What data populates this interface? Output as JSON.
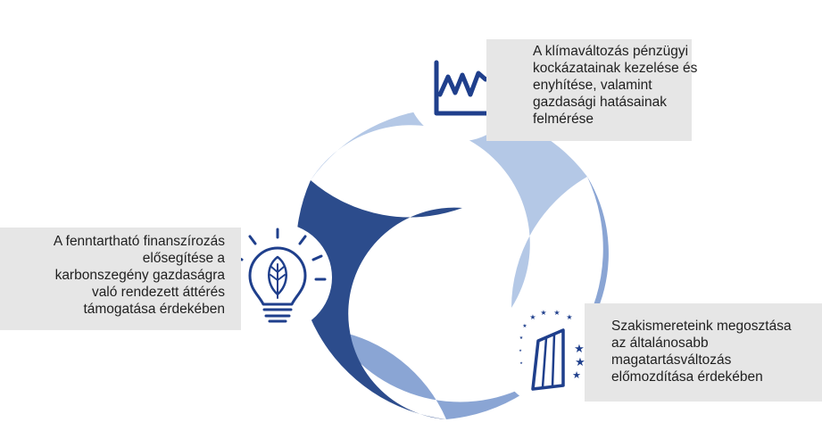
{
  "diagram": {
    "colors": {
      "light_segment": "#b4c8e6",
      "mid_segment": "#8aa5d4",
      "dark_segment": "#2c4c8c",
      "icon": "#1f3f8c",
      "label_bg": "#e6e6e6",
      "text": "#1f1f1f"
    },
    "items": [
      {
        "id": "top",
        "icon": "line-chart-icon",
        "lines": [
          "A klímaváltozás pénzügyi",
          "kockázatainak kezelése és",
          "enyhítése, valamint",
          "gazdasági hatásainak",
          "felmérése"
        ]
      },
      {
        "id": "left",
        "icon": "lightbulb-leaf-icon",
        "lines": [
          "A fenntartható finanszírozás",
          "elősegítése a",
          "karbonszegény gazdaságra",
          "való rendezett áttérés",
          "támogatása érdekében"
        ]
      },
      {
        "id": "right",
        "icon": "ecb-building-stars-icon",
        "lines": [
          "Szakismereteink megosztása",
          "az általánosabb",
          "magatartásváltozás",
          "előmozdítása érdekében"
        ]
      }
    ]
  }
}
